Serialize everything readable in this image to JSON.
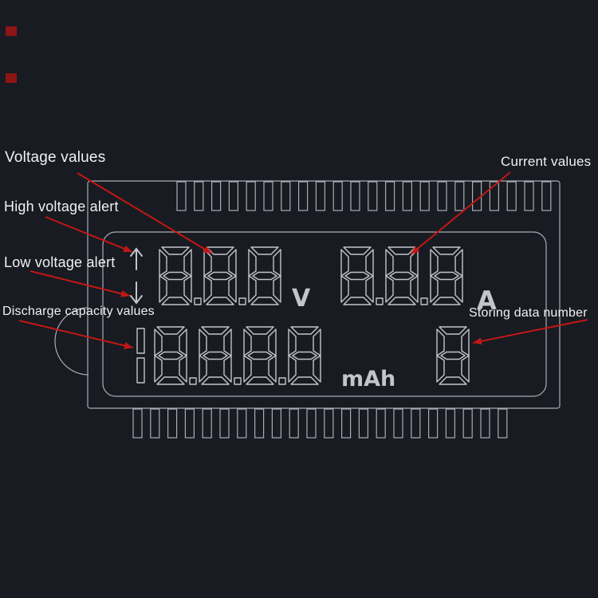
{
  "colors": {
    "background": "#181b21",
    "panel_line": "#a8adb5",
    "segment_line": "#c2c6cc",
    "annotation_red": "#c21717",
    "label_text": "#f1f1f1",
    "red_marker": "#8e1515"
  },
  "annotations": {
    "voltage_label": "Voltage values",
    "current_label": "Current values",
    "high_alert_label": "High voltage alert",
    "low_alert_label": "Low voltage alert",
    "capacity_label": "Discharge capacity values",
    "storing_label": "Storing data number"
  },
  "displays": {
    "voltage": {
      "digits": "8.8.8",
      "unit": "V"
    },
    "current": {
      "digits": "8.8.8",
      "unit": "A"
    },
    "capacity": {
      "digits": "18.8.8.8",
      "unit": "mAh"
    },
    "storing": {
      "digits": "8"
    }
  },
  "indicators": {
    "high": "up-arrow",
    "low": "down-arrow"
  }
}
